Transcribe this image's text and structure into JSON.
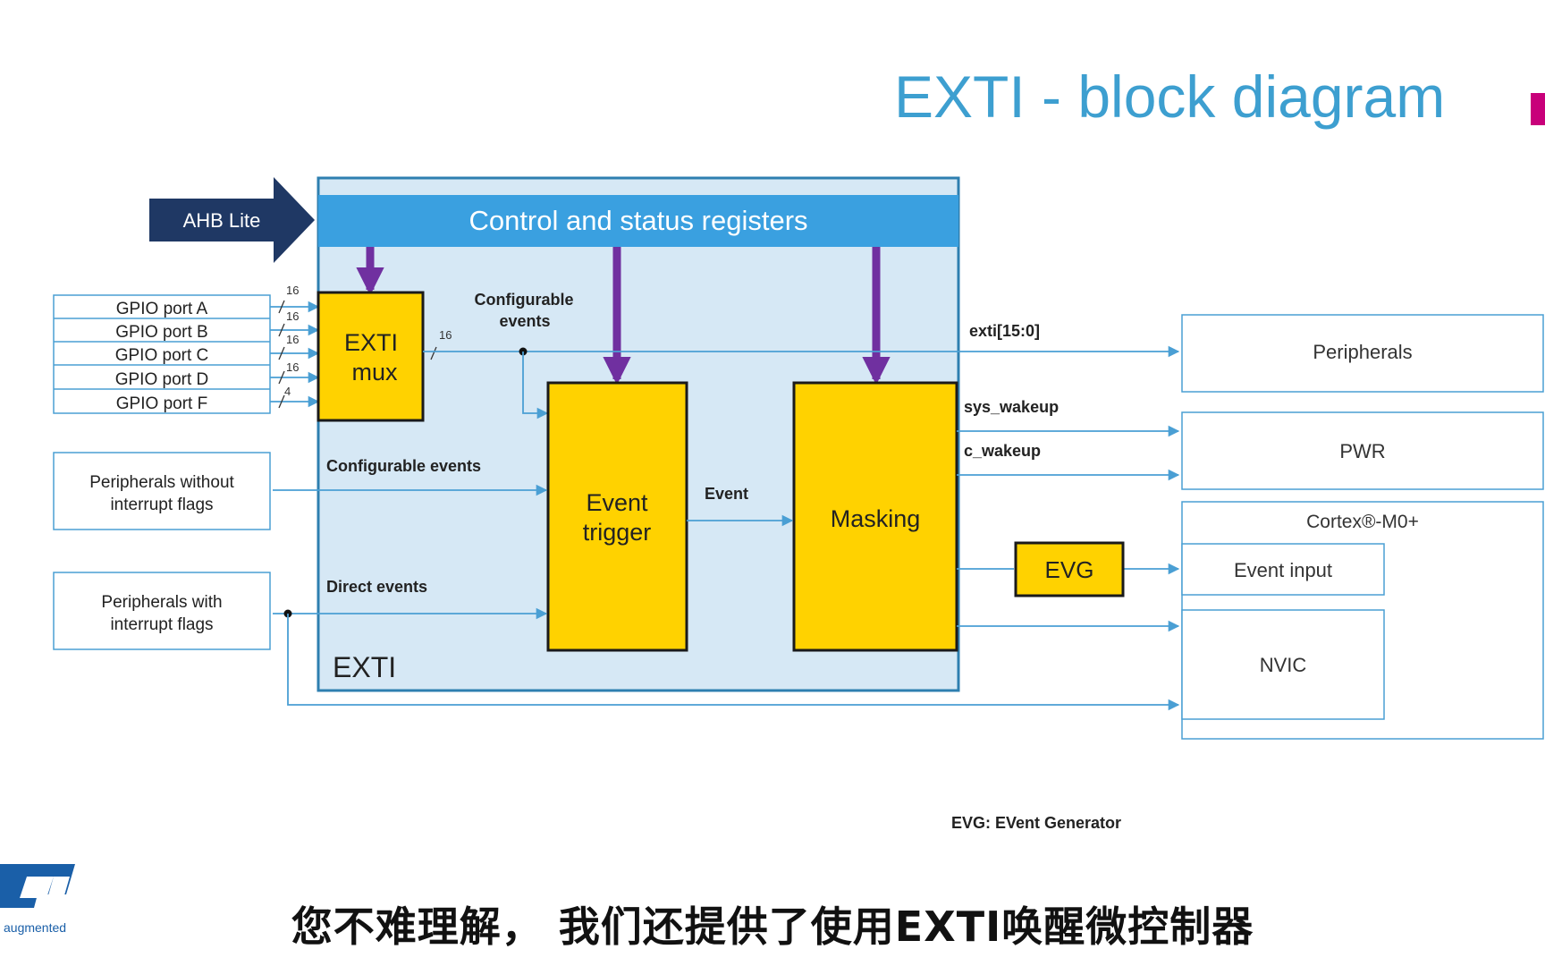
{
  "title": "EXTI - block diagram",
  "subtitle": "您不难理解，  我们还提供了使用EXTI唤醒微控制器",
  "logo_text": "augmented",
  "colors": {
    "title": "#3d9fd0",
    "accent": "#c8007a",
    "exti_bg": "#d6e8f5",
    "exti_border": "#2e7fb0",
    "header_bar": "#3aa0e0",
    "block_fill": "#ffd200",
    "block_border": "#1a1a1a",
    "arrow_purple": "#7030a0",
    "line_blue": "#4a9fd4",
    "ahb_arrow": "#1f3864"
  },
  "diagram": {
    "ahb": "AHB Lite",
    "control_registers": "Control and status registers",
    "exti_mux": [
      "EXTI",
      "mux"
    ],
    "event_trigger": [
      "Event",
      "trigger"
    ],
    "masking": "Masking",
    "evg": "EVG",
    "exti_label": "EXTI",
    "gpio_ports": [
      "GPIO port A",
      "GPIO port B",
      "GPIO port C",
      "GPIO port D",
      "GPIO port F"
    ],
    "gpio_widths": [
      "16",
      "16",
      "16",
      "16",
      "4"
    ],
    "mux_out_width": "16",
    "configurable_events_top": [
      "Configurable",
      "events"
    ],
    "configurable_events": "Configurable events",
    "direct_events": "Direct events",
    "event": "Event",
    "periph_without": [
      "Peripherals without",
      "interrupt flags"
    ],
    "periph_with": [
      "Peripherals with",
      "interrupt flags"
    ],
    "exti_bus": "exti[15:0]",
    "sys_wakeup": "sys_wakeup",
    "c_wakeup": "c_wakeup",
    "peripherals": "Peripherals",
    "pwr": "PWR",
    "cortex": "Cortex®-M0+",
    "event_input": "Event input",
    "nvic": "NVIC",
    "evg_note": "EVG: EVent Generator"
  }
}
